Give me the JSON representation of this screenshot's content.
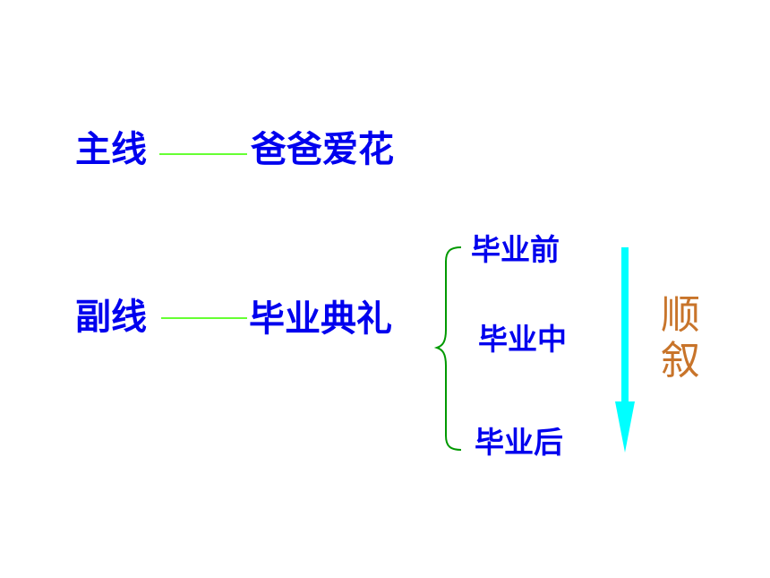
{
  "colors": {
    "text_blue": "#0000ee",
    "connector_green": "#66ff33",
    "brace_green": "#009900",
    "arrow_cyan": "#00ffff",
    "order_brown": "#c8742a"
  },
  "main_line": {
    "label": "主线",
    "content": "爸爸爱花"
  },
  "sub_line": {
    "label": "副线",
    "content": "毕业典礼",
    "stages": [
      "毕业前",
      "毕业中",
      "毕业后"
    ]
  },
  "order": {
    "char1": "顺",
    "char2": "叙"
  },
  "icons": {
    "brace": "curly-brace-icon",
    "arrow": "down-arrow-icon"
  }
}
